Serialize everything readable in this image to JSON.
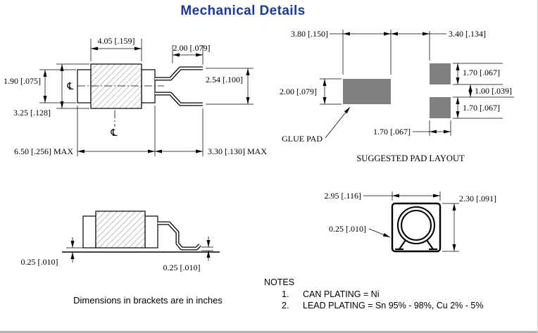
{
  "title": "Mechanical Details",
  "colors": {
    "title_text": "#1b3a96",
    "pad_fill": "#808080",
    "drawing_line": "#000000"
  },
  "views": {
    "side": {
      "dim_body_len": "4.05 [.159]",
      "dim_lead_fold": "2.00 [.079]",
      "dim_cap_dia": "1.90 [.075]",
      "dim_lead_span": "2.54 [.100]",
      "dim_body_dia": "3.25 [.128]",
      "dim_overall_max": "6.50 [.256] MAX",
      "dim_lead_len_max": "3.30 [.130] MAX",
      "centerline_symbol": "℄"
    },
    "pad": {
      "dim_glue_width": "3.80 [.150]",
      "dim_pad_offset": "3.40 [.134]",
      "dim_pad_top_h": "1.70 [.067]",
      "dim_pad_gap": "1.00 [.039]",
      "dim_pad_bot_h": "1.70 [.067]",
      "dim_glue_height": "2.00 [.079]",
      "dim_pad_width": "1.70 [.067]",
      "glue_label": "GLUE PAD",
      "caption": "SUGGESTED PAD LAYOUT"
    },
    "seated": {
      "dim_standoff": "0.25 [.010]",
      "dim_lead_thk": "0.25 [.010]"
    },
    "end": {
      "dim_width": "2.95 [.116]",
      "dim_height": "2.30 [.091]",
      "dim_wall": "0.25 [.010]"
    }
  },
  "footer": {
    "units_note": "Dimensions in brackets are in inches",
    "notes_title": "NOTES",
    "notes": [
      {
        "num": "1.",
        "text": "CAN PLATING = Ni"
      },
      {
        "num": "2.",
        "text": "LEAD PLATING = Sn 95% - 98%, Cu 2% - 5%"
      }
    ]
  }
}
